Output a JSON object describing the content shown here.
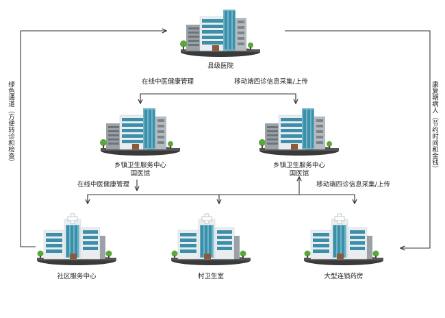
{
  "nodes": {
    "county_hospital": "县级医院",
    "township_left_line1": "乡镇卫生服务中心",
    "township_left_line2": "国医馆",
    "township_right_line1": "乡镇卫生服务中心",
    "township_right_line2": "国医馆",
    "community_center": "社区服务中心",
    "village_clinic": "村卫生室",
    "pharmacy_chain": "大型连锁药房"
  },
  "edges": {
    "online_tcm_top": "在线中医健康管理",
    "mobile_upload_top": "移动端四诊信息采集/上传",
    "online_tcm_mid": "在线中医健康管理",
    "mobile_upload_mid": "移动端四诊信息采集/上传",
    "green_channel": "绿色通道（方便转诊和检查）",
    "recovered_patients": "康复期病人（节约时间和金钱）"
  },
  "colors": {
    "line": "#333333",
    "glass": "#3d8ea8",
    "glass_light": "#6fb6c9",
    "building_white": "#e9edf0",
    "building_gray": "#9aa2a8",
    "ground": "#3a3a3a",
    "tree": "#5aa83c"
  }
}
